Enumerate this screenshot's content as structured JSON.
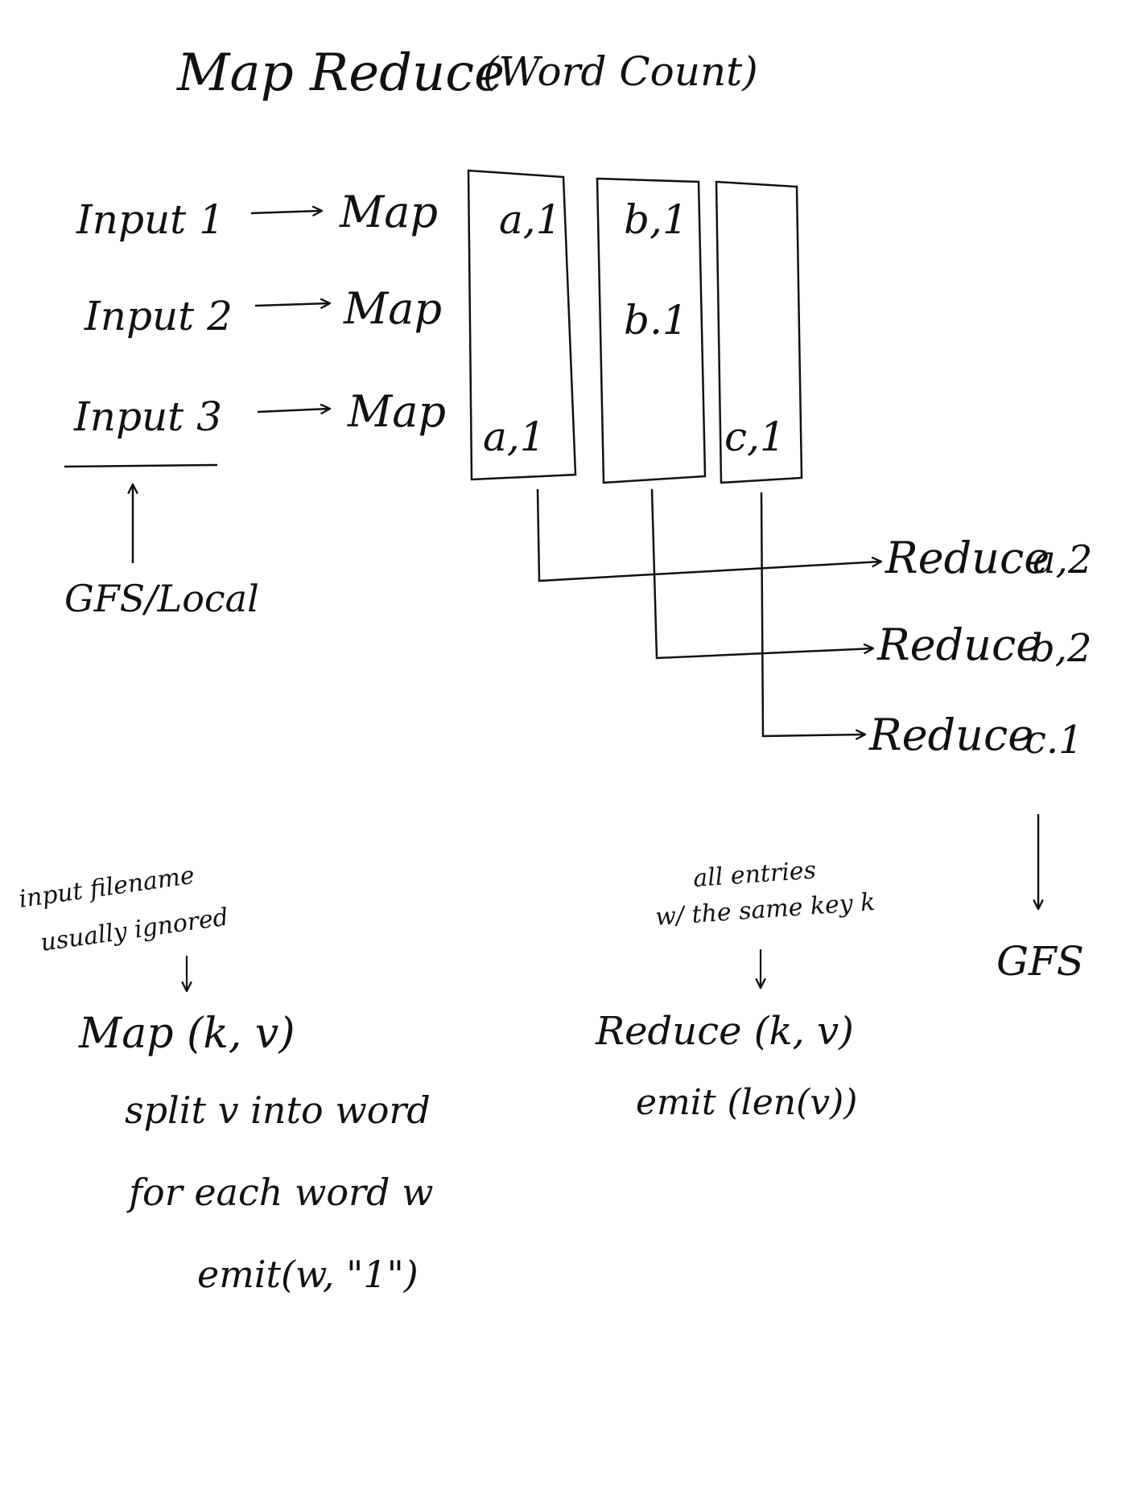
{
  "title": "Map Reduce",
  "subtitle": "(Word Count)",
  "inputs": [
    {
      "label": "Input 1",
      "stage": "Map"
    },
    {
      "label": "Input 2",
      "stage": "Map"
    },
    {
      "label": "Input 3",
      "stage": "Map"
    }
  ],
  "source_label": "GFS/Local",
  "columns": [
    {
      "cells": [
        "a,1",
        "",
        "a,1"
      ]
    },
    {
      "cells": [
        "b,1",
        "b.1",
        ""
      ]
    },
    {
      "cells": [
        "",
        "",
        "c,1"
      ]
    }
  ],
  "reducers": [
    {
      "label": "Reduce",
      "result": "a,2"
    },
    {
      "label": "Reduce",
      "result": "b,2"
    },
    {
      "label": "Reduce",
      "result": "c.1"
    }
  ],
  "output_label": "GFS",
  "map_note": [
    "input filename",
    "usually ignored"
  ],
  "map_code": [
    "Map (k, v)",
    "split v into word",
    "for each word w",
    "emit(w, \"1\")"
  ],
  "reduce_note": [
    "all entries",
    "w/ the same key k"
  ],
  "reduce_code": [
    "Reduce (k, v)",
    "emit (len(v))"
  ],
  "ink_color": "#111111"
}
